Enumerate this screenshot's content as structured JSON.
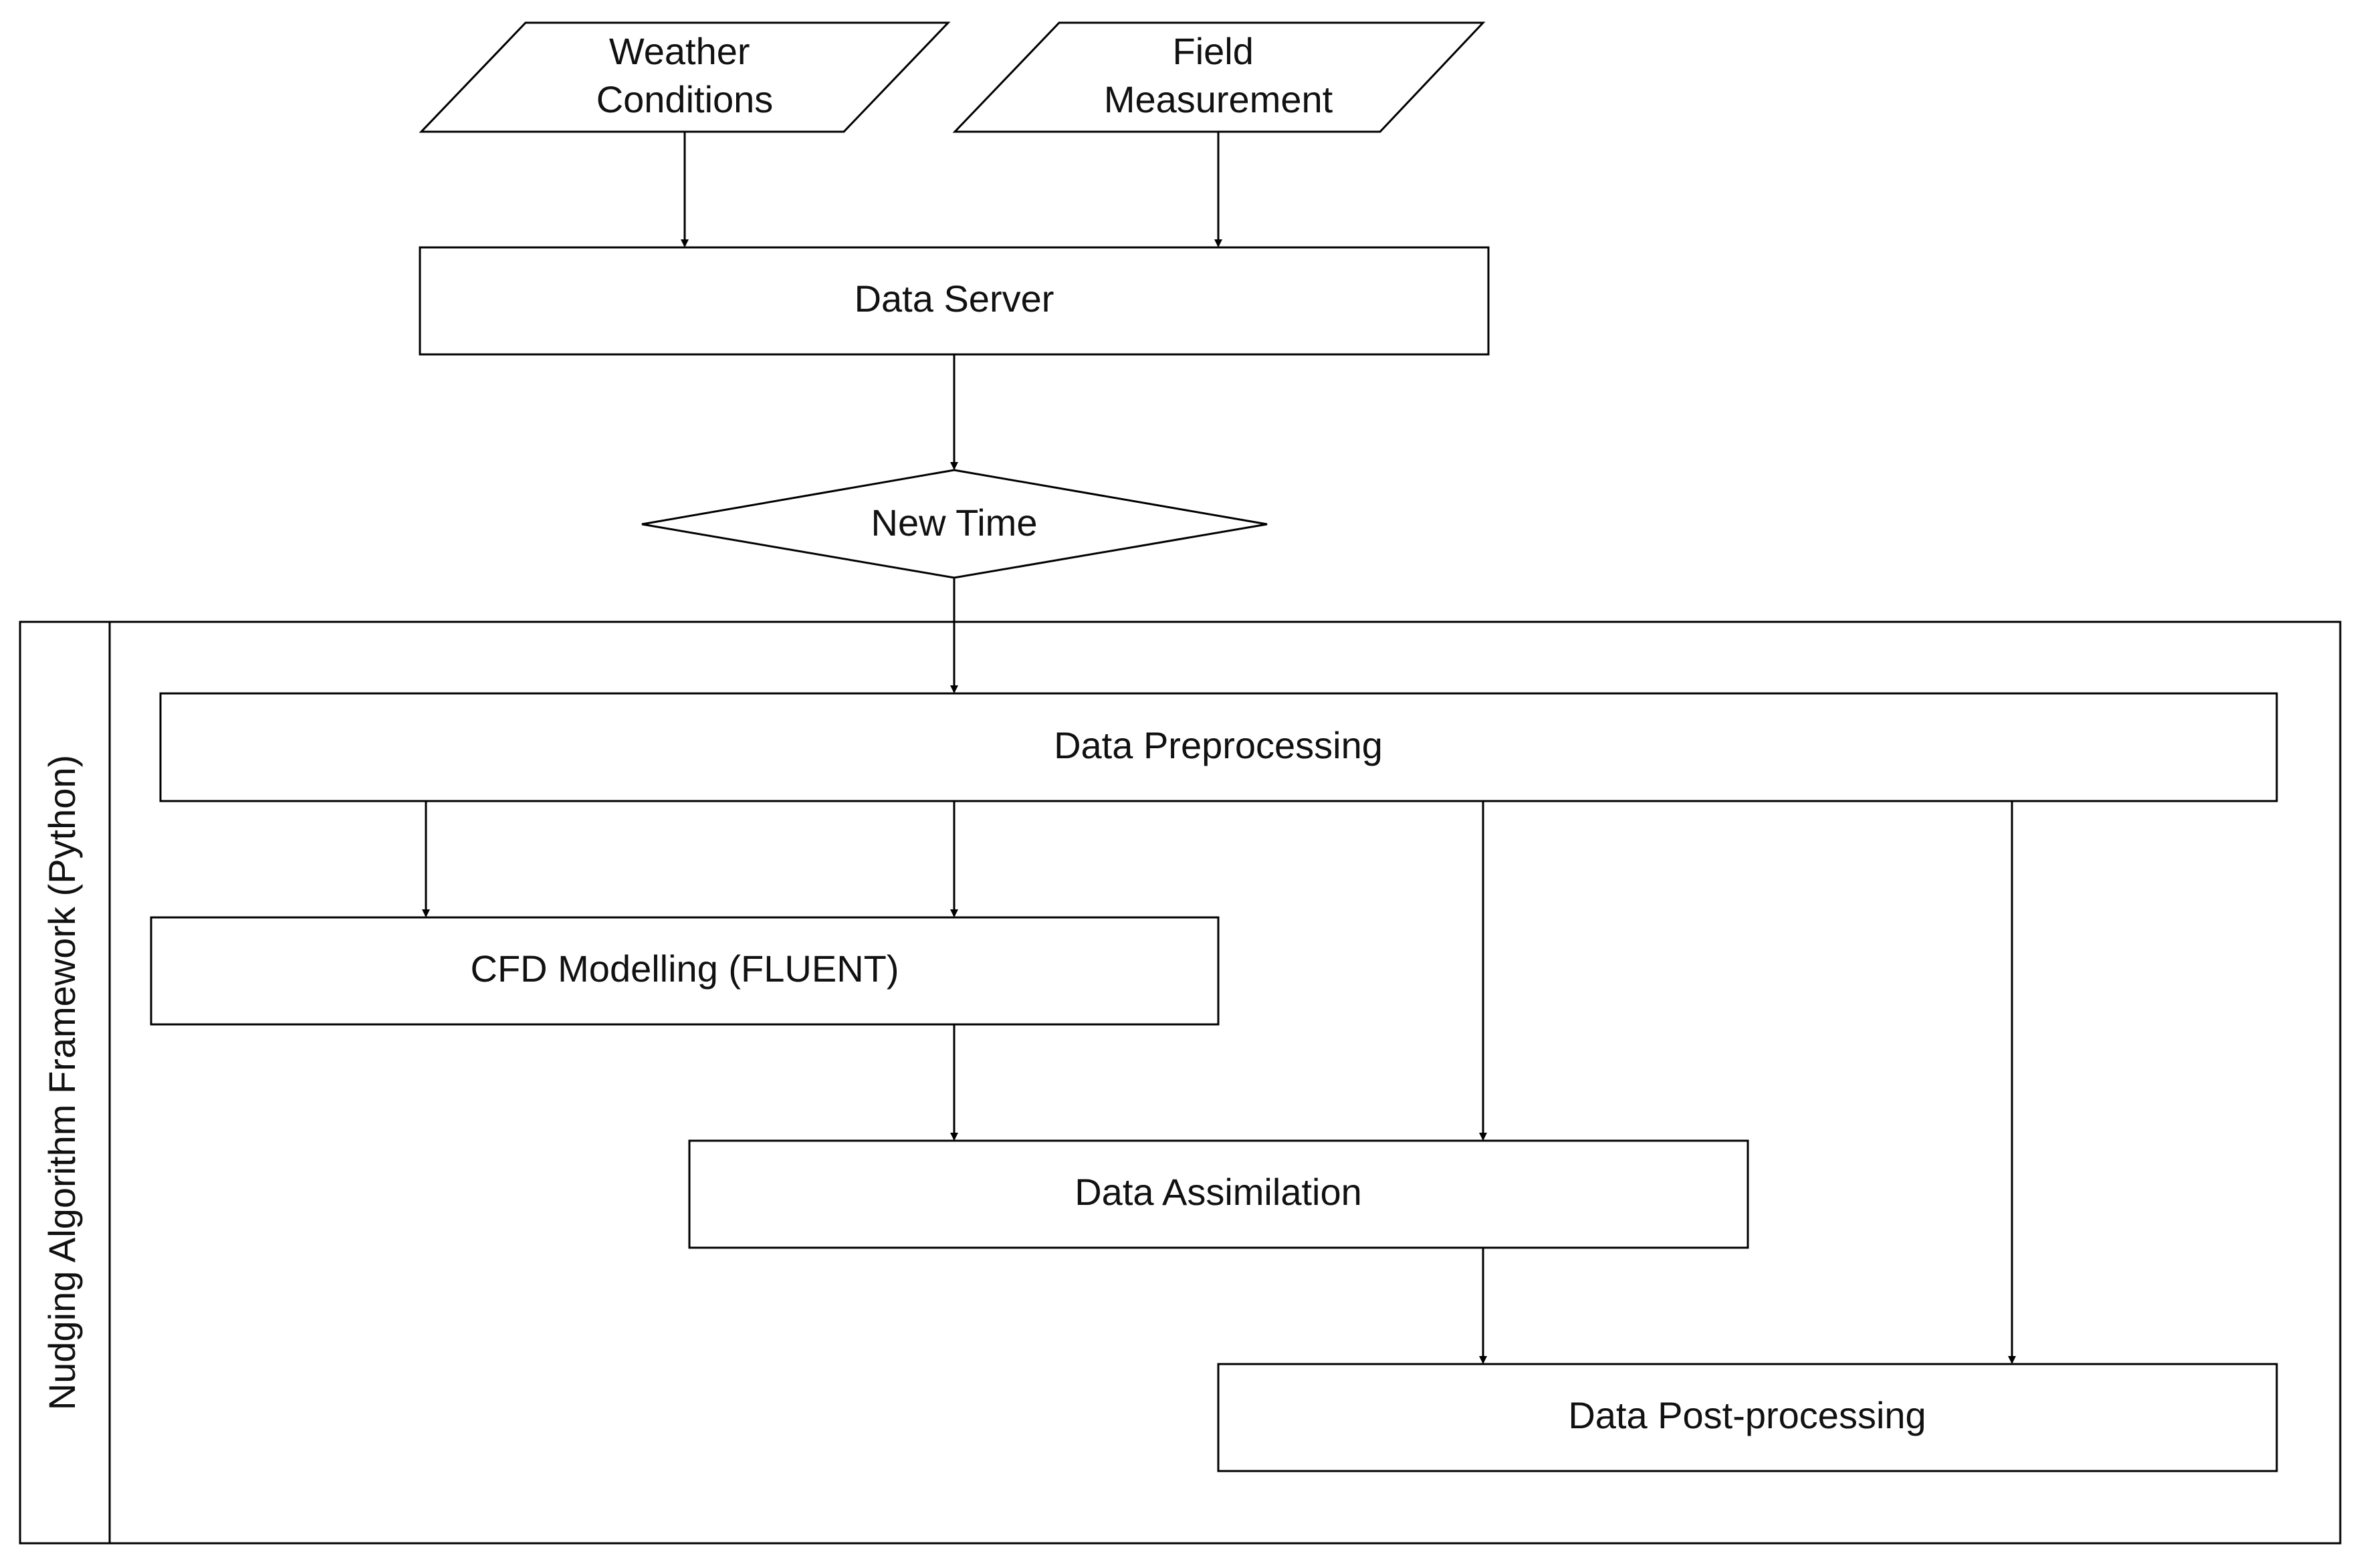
{
  "diagram": {
    "inputs": {
      "weather": {
        "line1": "Weather",
        "line2": "Conditions"
      },
      "field": {
        "line1": "Field",
        "line2": "Measurement"
      }
    },
    "data_server": "Data Server",
    "new_time": "New Time",
    "framework_label": "Nudging Algorithm Framework (Python)",
    "data_preprocessing": "Data Preprocessing",
    "cfd_modelling": "CFD Modelling (FLUENT)",
    "data_assimilation": "Data Assimilation",
    "data_postprocessing": "Data Post-processing"
  }
}
